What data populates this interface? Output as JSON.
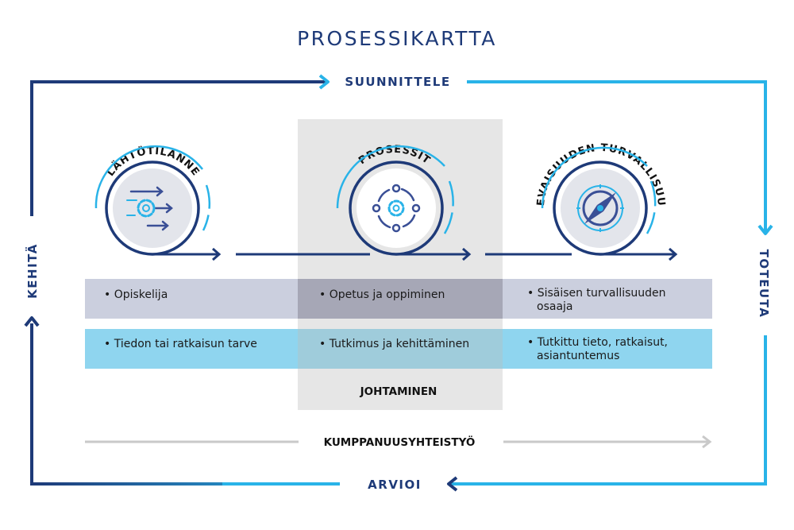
{
  "title": "PROSESSIKARTTA",
  "cycle": {
    "top": "SUUNNITTELE",
    "right": "TOTEUTA",
    "bottom": "ARVIOI",
    "left": "KEHITÄ"
  },
  "stages": [
    {
      "label": "LÄHTÖTILANNE",
      "icon": "gear-arrows-icon"
    },
    {
      "label": "PROSESSIT",
      "icon": "gear-cycle-icon"
    },
    {
      "label": "TULEVAISUUDEN TURVALLISUUTTA",
      "icon": "compass-icon"
    }
  ],
  "rows": [
    {
      "cells": [
        "• Opiskelija",
        "• Opetus ja oppiminen",
        [
          "• Sisäisen turvallisuuden",
          "osaaja"
        ]
      ]
    },
    {
      "cells": [
        "• Tiedon tai ratkaisun tarve",
        "• Tutkimus ja kehittäminen",
        [
          "• Tutkittu tieto, ratkaisut,",
          "asiantuntemus"
        ]
      ]
    }
  ],
  "leadership": "JOHTAMINEN",
  "partnership": "KUMPPANUUSYHTEISTYÖ",
  "colors": {
    "navy": "#1e3a78",
    "light_blue": "#29b3e8",
    "row1": "#cbcfde",
    "row2": "#8fd5ef",
    "center_column": "#e6e6e6"
  }
}
